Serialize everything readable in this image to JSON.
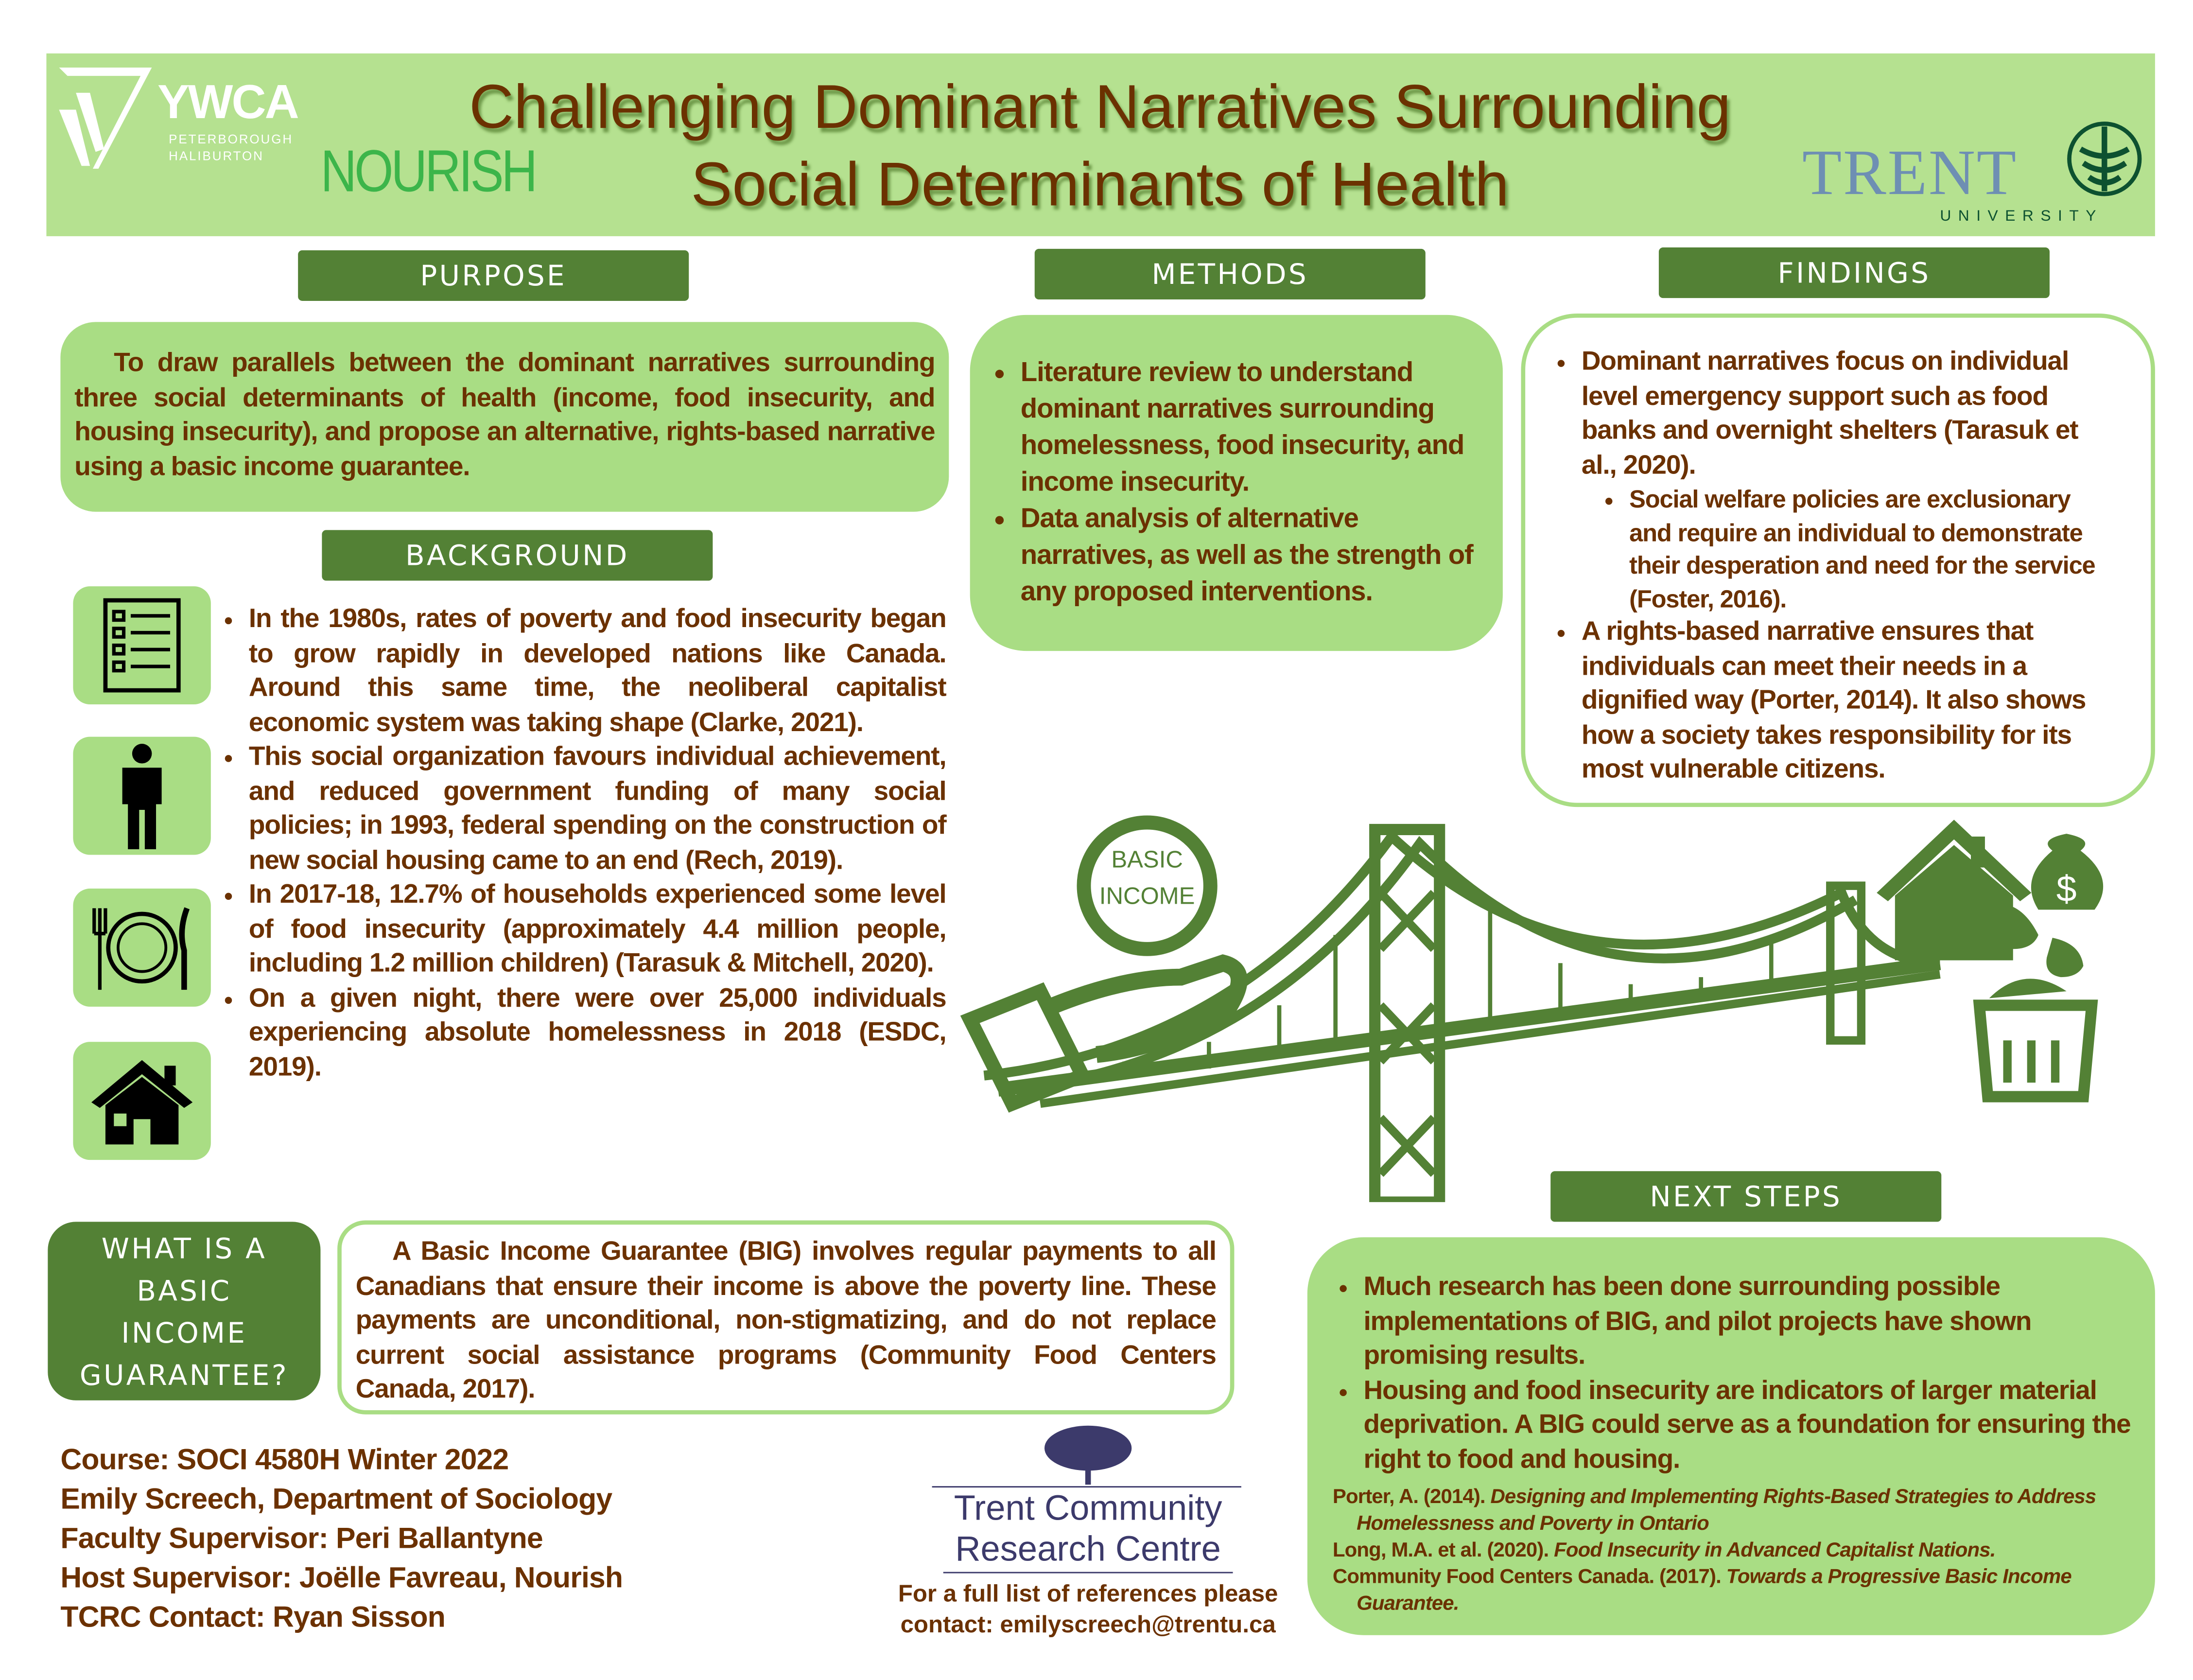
{
  "header": {
    "title_line1": "Challenging Dominant Narratives Surrounding",
    "title_line2": "Social Determinants of Health",
    "logos": {
      "ywca": "YWCA",
      "ywca_sub1": "PETERBOROUGH",
      "ywca_sub2": "HALIBURTON",
      "nourish": "NOURISH",
      "trent": "TRENT",
      "trent_sub": "UNIVERSITY"
    }
  },
  "purpose": {
    "heading": "PURPOSE",
    "text": "To draw parallels between the dominant narratives surrounding three social determinants of health (income, food insecurity, and housing insecurity), and propose an alternative, rights-based narrative using a basic income guarantee."
  },
  "background": {
    "heading": "BACKGROUND",
    "icons": [
      "checklist-icon",
      "person-icon",
      "plate-cutlery-icon",
      "house-icon"
    ],
    "bullets": [
      "In the 1980s, rates of poverty and food insecurity began to grow rapidly in developed nations like Canada. Around this same time, the neoliberal capitalist economic system was taking shape (Clarke, 2021).",
      "This social organization favours individual achievement, and reduced government funding of many social policies; in 1993, federal spending on the construction of new social housing came to an end (Rech, 2019).",
      "In 2017-18, 12.7% of households experienced some level of food insecurity (approximately 4.4 million people, including 1.2 million children) (Tarasuk & Mitchell, 2020).",
      "On a given night, there were over 25,000 individuals experiencing absolute homelessness in 2018 (ESDC, 2019)."
    ]
  },
  "methods": {
    "heading": "METHODS",
    "bullets": [
      "Literature review to understand dominant narratives surrounding homelessness, food insecurity, and income insecurity.",
      "Data analysis of alternative narratives, as well as the strength of any proposed interventions."
    ]
  },
  "findings": {
    "heading": "FINDINGS",
    "bullet1": "Dominant narratives focus on individual level emergency support such as food banks and overnight shelters (Tarasuk et al., 2020).",
    "sub_bullet": "Social welfare policies are exclusionary and require an individual to demonstrate their desperation and need for the service (Foster, 2016).",
    "bullet2": "A rights-based narrative ensures that individuals can meet their needs in a dignified way (Porter, 2014). It also shows how a society takes responsibility for its most vulnerable citizens."
  },
  "illustration": {
    "coin_line1": "BASIC",
    "coin_line2": "INCOME",
    "colors": {
      "green": "#538135"
    }
  },
  "big": {
    "label": "WHAT IS A BASIC INCOME GUARANTEE?",
    "text": "A Basic Income Guarantee (BIG) involves regular payments to all Canadians that ensure their income is above the poverty line. These payments are unconditional, non-stigmatizing, and do not replace current social assistance programs (Community Food Centers Canada, 2017)."
  },
  "next_steps": {
    "heading": "NEXT STEPS",
    "bullets": [
      "Much research has been done surrounding possible implementations of BIG, and pilot projects have shown promising results.",
      "Housing and food insecurity are indicators of larger material deprivation. A BIG could serve as a foundation for ensuring the right to food and housing."
    ],
    "references": [
      {
        "plain": "Porter, A. (2014). ",
        "italic": "Designing and Implementing Rights-Based Strategies to Address Homelessness and Poverty in Ontario"
      },
      {
        "plain": "Long, M.A. et al. (2020). ",
        "italic": "Food Insecurity in Advanced Capitalist Nations."
      },
      {
        "plain": "Community Food Centers Canada. (2017). ",
        "italic": "Towards a Progressive Basic Income Guarantee."
      }
    ]
  },
  "credits": [
    "Course: SOCI 4580H Winter 2022",
    "Emily Screech, Department of Sociology",
    "Faculty Supervisor: Peri Ballantyne",
    "Host Supervisor: Joëlle Favreau, Nourish",
    "TCRC Contact: Ryan Sisson"
  ],
  "tcrc": {
    "line1": "Trent Community",
    "line2": "Research Centre",
    "contact1": "For a full list of references please",
    "contact2": "contact: emilyscreech@trentu.ca"
  },
  "colors": {
    "band": "#b5e190",
    "dark_green": "#538135",
    "box": "#a9dd84",
    "text": "#6b3100"
  }
}
